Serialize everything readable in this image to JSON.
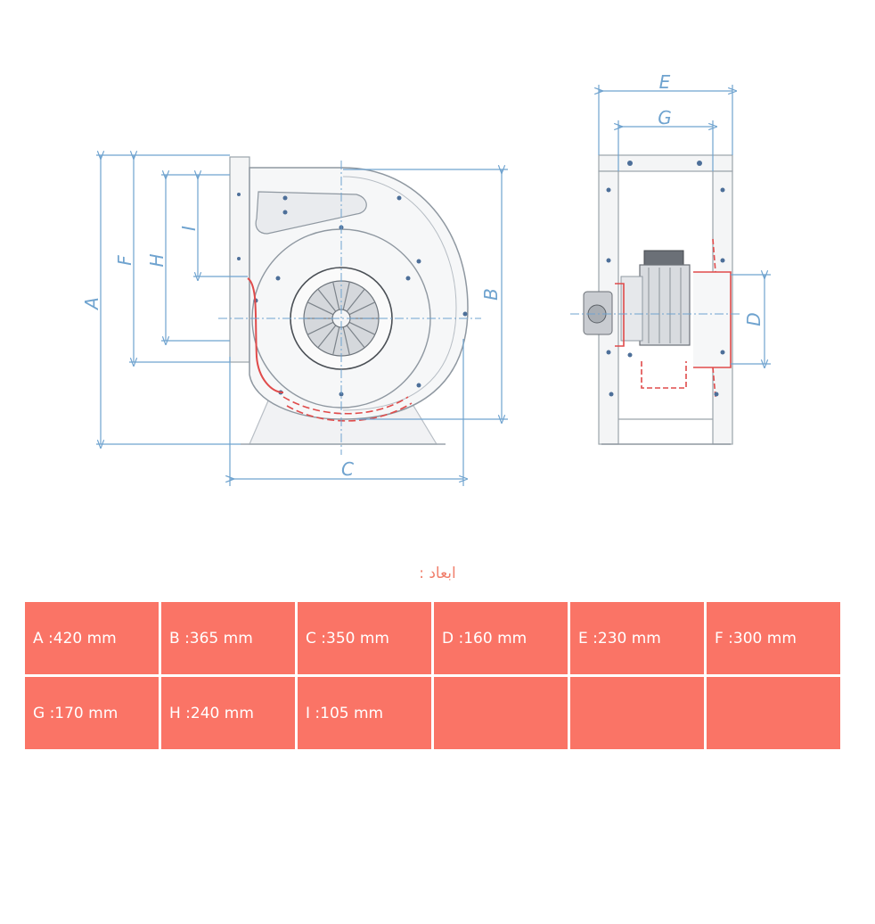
{
  "diagram": {
    "labels": {
      "A": "A",
      "B": "B",
      "C": "C",
      "D": "D",
      "E": "E",
      "F": "F",
      "G": "G",
      "H": "H",
      "I": "I"
    }
  },
  "heading": "ابعاد :",
  "table": {
    "rows": [
      [
        "A :420 mm",
        "B :365 mm",
        "C :350 mm",
        "D :160 mm",
        "E :230 mm",
        "F :300 mm"
      ],
      [
        "G :170 mm",
        "H :240 mm",
        "I :105 mm",
        "",
        "",
        ""
      ]
    ]
  },
  "colors": {
    "dimension_line": "#6fa3cf",
    "outline": "#9aa3ab",
    "highlight": "#e04b4b",
    "cell_bg": "#fa7466",
    "heading": "#f07f6c"
  }
}
